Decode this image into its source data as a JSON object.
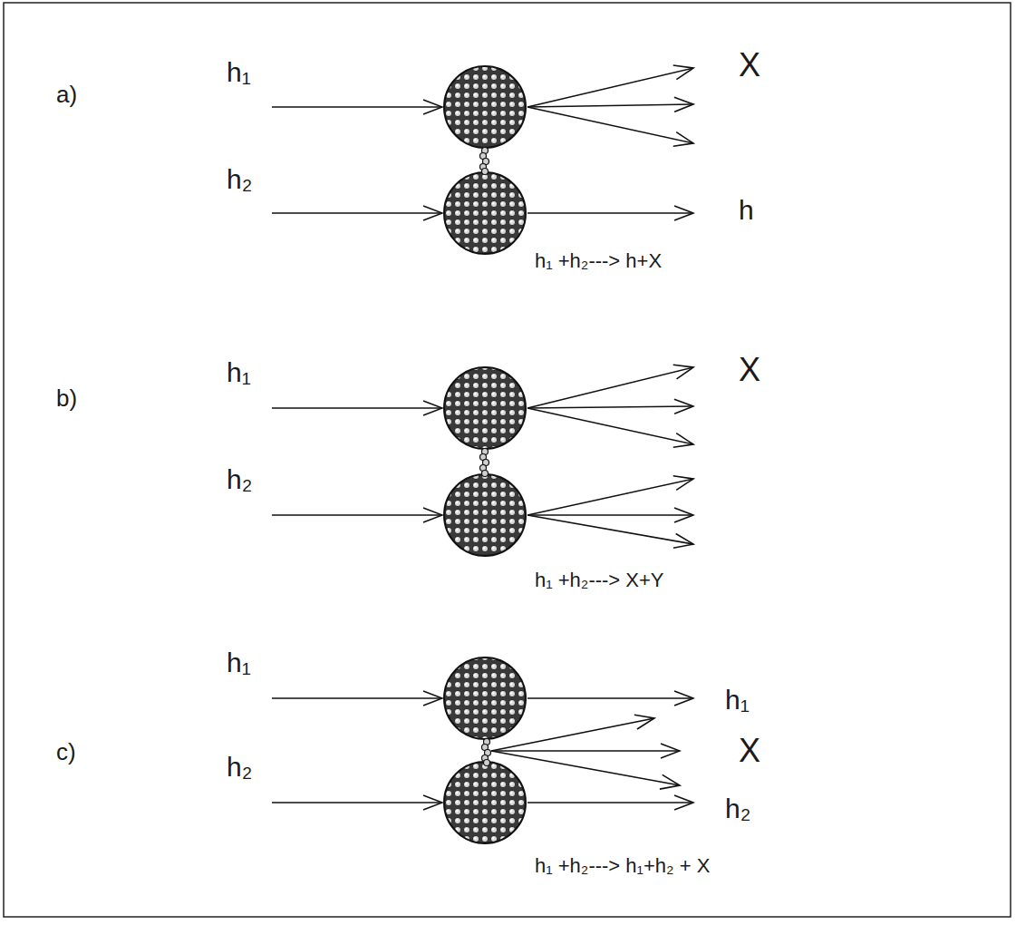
{
  "diagram": {
    "labels": [
      "a)",
      "h₁",
      "X",
      "h₂",
      "h",
      "h₁ +h₂---> h+X",
      "b)",
      "h₁",
      "X",
      "h₂",
      "h₁ +h₂---> X+Y",
      "c)",
      "h₁",
      "h₁",
      "X",
      "h₂",
      "h₂",
      "h₁ +h₂---> h₁+h₂ + X"
    ]
  }
}
